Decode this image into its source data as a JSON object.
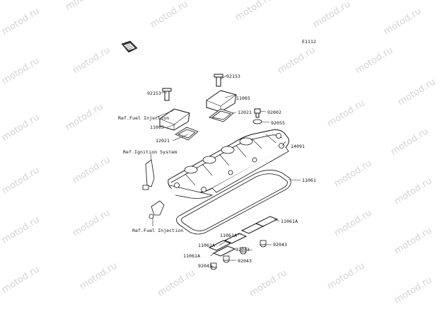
{
  "watermark": {
    "text": "motod.ru",
    "color": "#d4d4d4"
  },
  "diagram": {
    "code": "E1112",
    "book_icon": "book-icon",
    "labels": {
      "p92153_top": "92153",
      "p92153_left": "92153",
      "p11065_top": "11065",
      "p11065_left": "11065",
      "p12021_right": "12021",
      "p12021_left": "12021",
      "p92002": "92002",
      "p92055": "92055",
      "p14091": "14091",
      "p11061": "11061",
      "ref_fuel_top": "Ref.Fuel Injection",
      "ref_ignition": "Ref.Ignition System",
      "ref_fuel_bottom": "Ref.Fuel Injection",
      "p11061a_1": "11061A",
      "p11061a_2": "11061A",
      "p11061a_3": "11061A",
      "p11061a_4": "11061A",
      "p92043_1": "92043",
      "p92043_2": "92043",
      "p92043_3": "92043",
      "p92043_4": "92043"
    }
  }
}
